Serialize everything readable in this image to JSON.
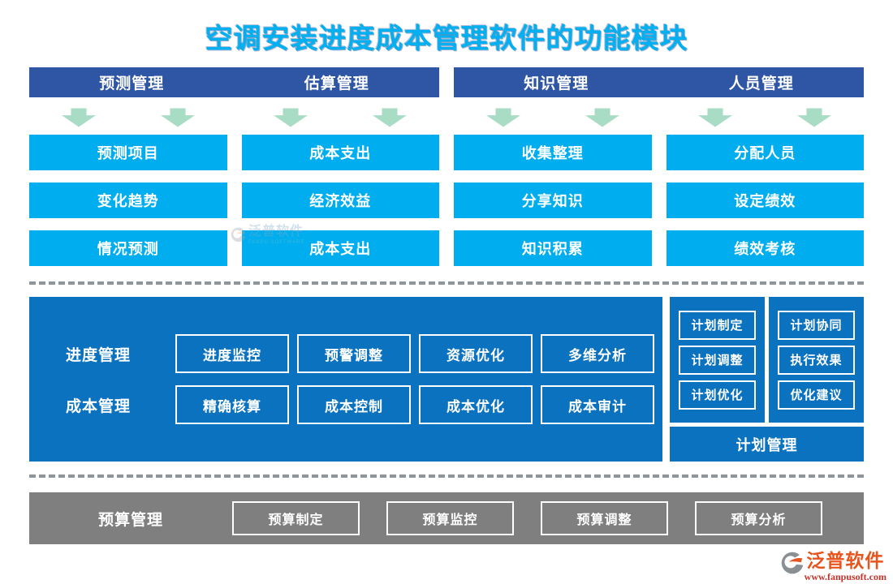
{
  "title": "空调安装进度成本管理软件的功能模块",
  "header_bars": [
    {
      "left": "预测管理",
      "right": "估算管理"
    },
    {
      "left": "知识管理",
      "right": "人员管理"
    }
  ],
  "columns": [
    {
      "items": [
        "预测项目",
        "变化趋势",
        "情况预测"
      ]
    },
    {
      "items": [
        "成本支出",
        "经济效益",
        "成本支出"
      ]
    },
    {
      "items": [
        "收集整理",
        "分享知识",
        "知识积累"
      ]
    },
    {
      "items": [
        "分配人员",
        "设定绩效",
        "绩效考核"
      ]
    }
  ],
  "middle": {
    "rows": [
      {
        "label": "进度管理",
        "items": [
          "进度监控",
          "预警调整",
          "资源优化",
          "多维分析"
        ]
      },
      {
        "label": "成本管理",
        "items": [
          "精确核算",
          "成本控制",
          "成本优化",
          "成本审计"
        ]
      }
    ],
    "plan_columns": [
      {
        "items": [
          "计划制定",
          "计划调整",
          "计划优化"
        ]
      },
      {
        "items": [
          "计划协同",
          "执行效果",
          "优化建议"
        ]
      }
    ],
    "plan_summary": "计划管理"
  },
  "bottom": {
    "label": "预算管理",
    "items": [
      "预算制定",
      "预算监控",
      "预算调整",
      "预算分析"
    ]
  },
  "branding": {
    "logo_text": "泛普软件",
    "logo_url": "www.fanpusoft.com"
  },
  "watermark": {
    "text": "泛普软件",
    "subtext": "FANPU SOFTWARE"
  },
  "colors": {
    "title": "#00B0F0",
    "header_bar": "#2E56A5",
    "item_box": "#00AEEF",
    "panel_blue": "#0B72BF",
    "arrow_green": "#A9DCC5",
    "bottom_bar_gray": "#7F7F7F",
    "logo_orange": "#E8541E",
    "logo_red": "#C2342B"
  }
}
